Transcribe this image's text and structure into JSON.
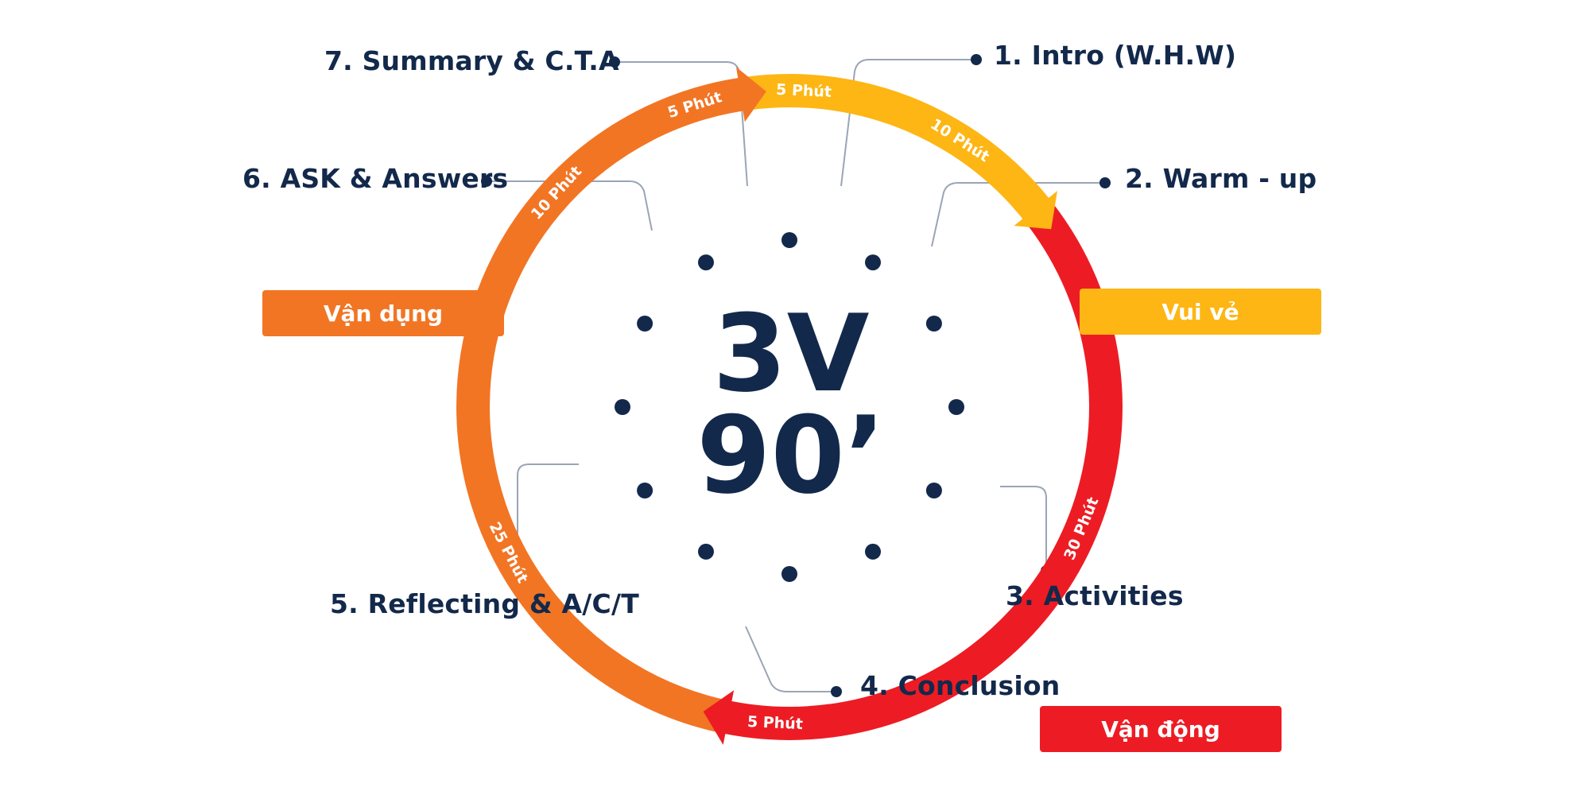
{
  "center": {
    "line1": "3V",
    "line2": "90’"
  },
  "colors": {
    "navy": "#13294b",
    "orange": "#f27524",
    "yellow": "#fdb614",
    "red": "#ed1c24",
    "connector": "#9aa5b5"
  },
  "steps": [
    {
      "label": "1. Intro (W.H.W)"
    },
    {
      "label": "2. Warm - up"
    },
    {
      "label": "3. Activities"
    },
    {
      "label": "4. Conclusion"
    },
    {
      "label": "5. Reflecting & A/C/T"
    },
    {
      "label": "6. ASK & Answers"
    },
    {
      "label": "7. Summary & C.T.A"
    }
  ],
  "segments": [
    {
      "duration": "5 Phút",
      "minutes": 5,
      "color": "#fdb614"
    },
    {
      "duration": "10 Phút",
      "minutes": 10,
      "color": "#fdb614"
    },
    {
      "duration": "30 Phút",
      "minutes": 30,
      "color": "#ed1c24"
    },
    {
      "duration": "5 Phút",
      "minutes": 5,
      "color": "#ed1c24"
    },
    {
      "duration": "25 Phút",
      "minutes": 25,
      "color": "#f27524"
    },
    {
      "duration": "10 Phút",
      "minutes": 10,
      "color": "#f27524"
    },
    {
      "duration": "5 Phút",
      "minutes": 5,
      "color": "#f27524"
    }
  ],
  "tags": {
    "vui_ve": "Vui vẻ",
    "van_dong": "Vận động",
    "van_dung": "Vận dụng"
  }
}
